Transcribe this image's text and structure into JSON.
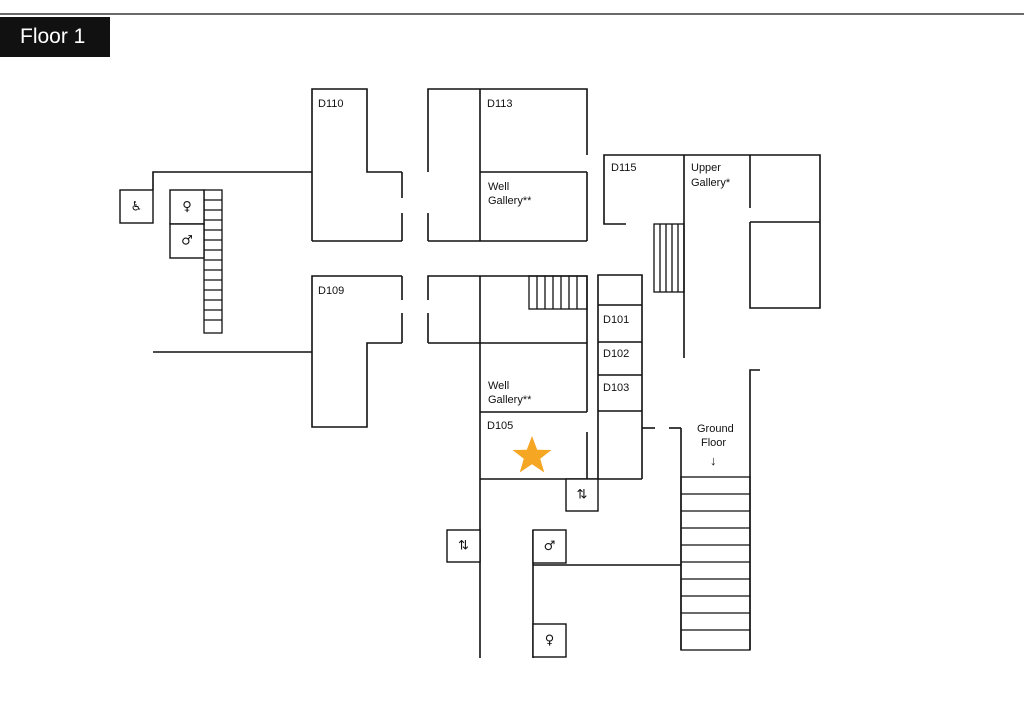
{
  "floor_label": "Floor 1",
  "rooms": {
    "d110": "D110",
    "d113": "D113",
    "d115": "D115",
    "d109": "D109",
    "d101": "D101",
    "d102": "D102",
    "d103": "D103",
    "d105": "D105",
    "well_gallery_top_1": "Well",
    "well_gallery_top_2": "Gallery**",
    "well_gallery_mid_1": "Well",
    "well_gallery_mid_2": "Gallery**",
    "upper_gallery_1": "Upper",
    "upper_gallery_2": "Gallery*",
    "ground_floor_1": "Ground",
    "ground_floor_2": "Floor",
    "ground_floor_arrow": "↓"
  },
  "icons": {
    "accessible": "♿",
    "female": "♀",
    "male": "♂",
    "elevator": "⇅"
  },
  "colors": {
    "you_are_here": "#F5A623",
    "walls": "#111111",
    "tab_bg": "#111111"
  }
}
